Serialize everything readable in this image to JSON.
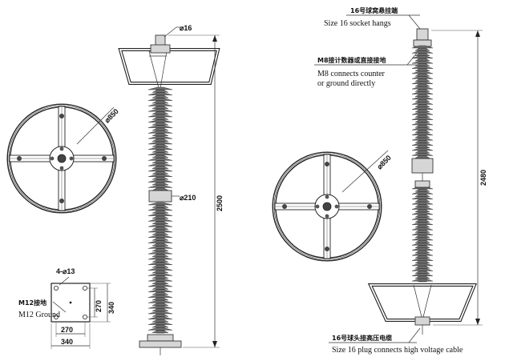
{
  "left_drawing": {
    "label_top_dia": "⌀16",
    "label_ring_dia": "⌀850",
    "label_shed_dia": "⌀210",
    "label_total_height": "2500"
  },
  "base_plate": {
    "label_holes": "4-⌀13",
    "label_ground_cn": "M12接地",
    "label_ground_en": "M12  Ground",
    "label_inner_h": "270",
    "label_outer_h": "340",
    "label_inner_w": "270",
    "label_outer_w": "340"
  },
  "right_drawing": {
    "label_top_cn": "16号球窝悬挂端",
    "label_top_en": "Size 16 socket hangs",
    "label_m8_cn": "M8接计数器或直接接地",
    "label_m8_en_1": "M8 connects counter",
    "label_m8_en_2": "or  ground directly",
    "label_ring_dia": "⌀850",
    "label_total_height": "2480",
    "label_bottom_cn": "16号球头接高压电缆",
    "label_bottom_en": "Size 16 plug connects high voltage cable"
  }
}
